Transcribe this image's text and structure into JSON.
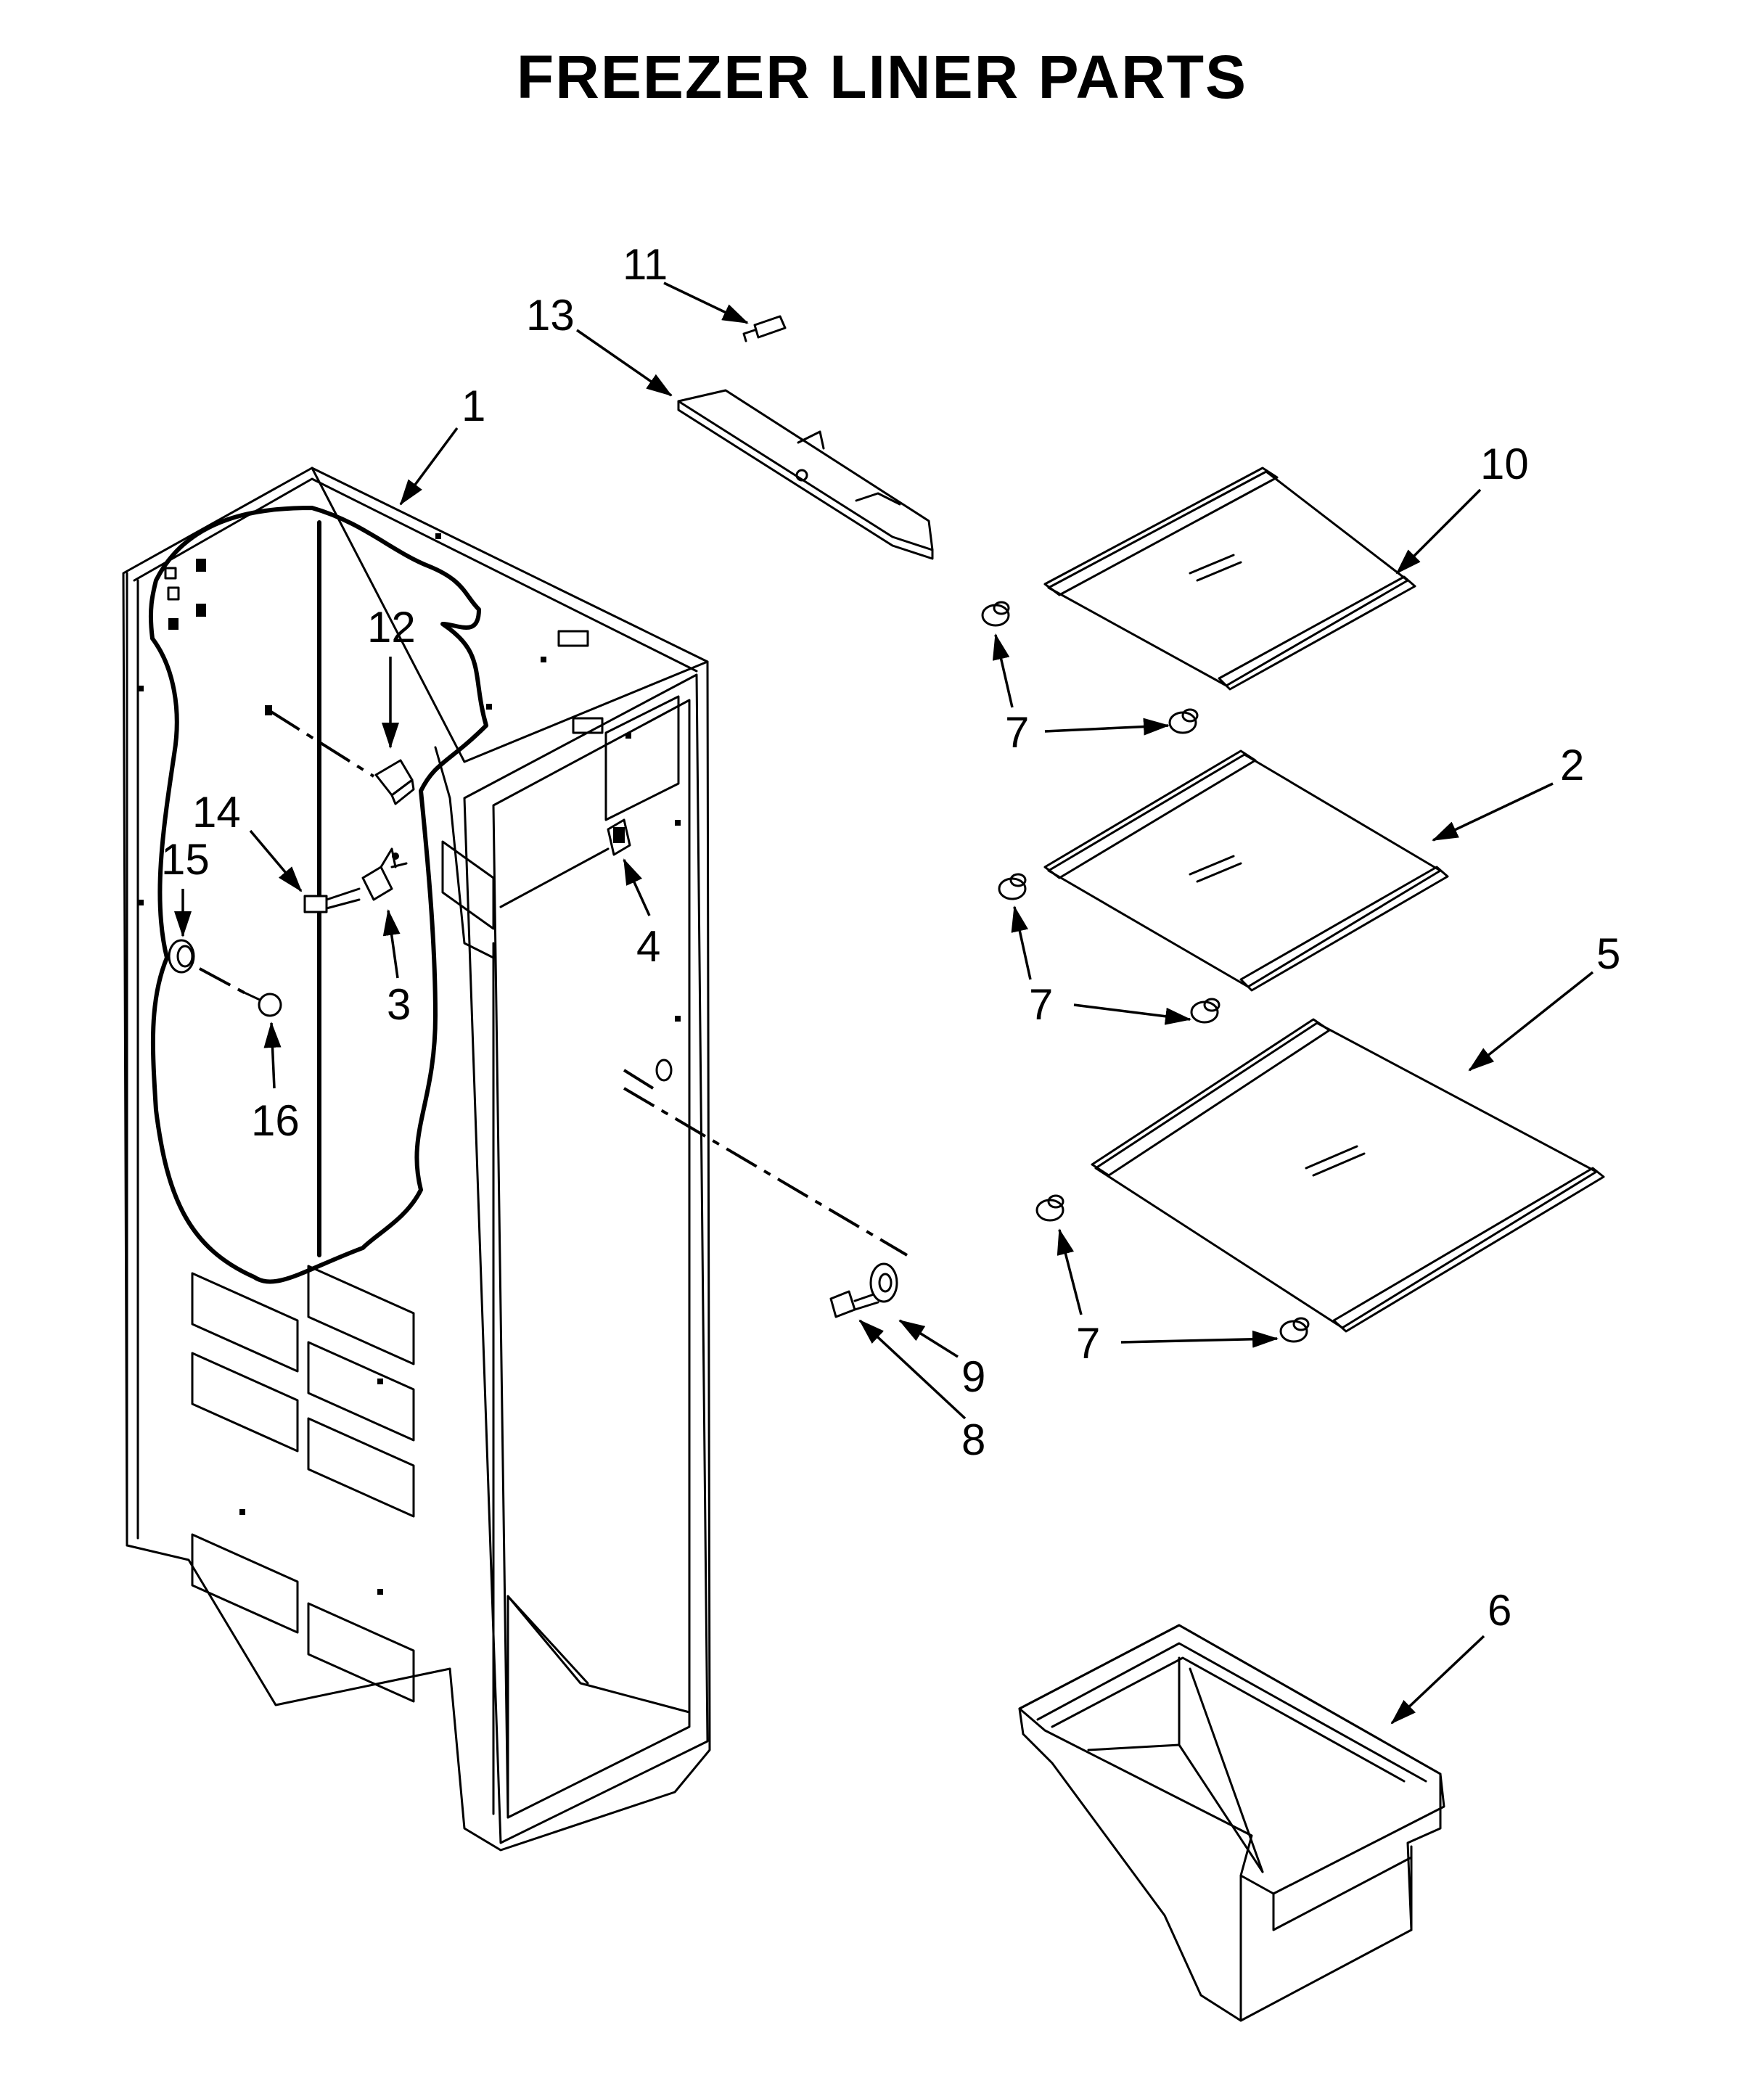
{
  "title": "FREEZER LINER PARTS",
  "callouts": [
    {
      "id": "c1",
      "label": "1"
    },
    {
      "id": "c2",
      "label": "2"
    },
    {
      "id": "c3",
      "label": "3"
    },
    {
      "id": "c4",
      "label": "4"
    },
    {
      "id": "c5",
      "label": "5"
    },
    {
      "id": "c6",
      "label": "6"
    },
    {
      "id": "c7a",
      "label": "7"
    },
    {
      "id": "c7b",
      "label": "7"
    },
    {
      "id": "c7c",
      "label": "7"
    },
    {
      "id": "c8",
      "label": "8"
    },
    {
      "id": "c9",
      "label": "9"
    },
    {
      "id": "c10",
      "label": "10"
    },
    {
      "id": "c11",
      "label": "11"
    },
    {
      "id": "c12",
      "label": "12"
    },
    {
      "id": "c13",
      "label": "13"
    },
    {
      "id": "c14",
      "label": "14"
    },
    {
      "id": "c15",
      "label": "15"
    },
    {
      "id": "c16",
      "label": "16"
    }
  ]
}
